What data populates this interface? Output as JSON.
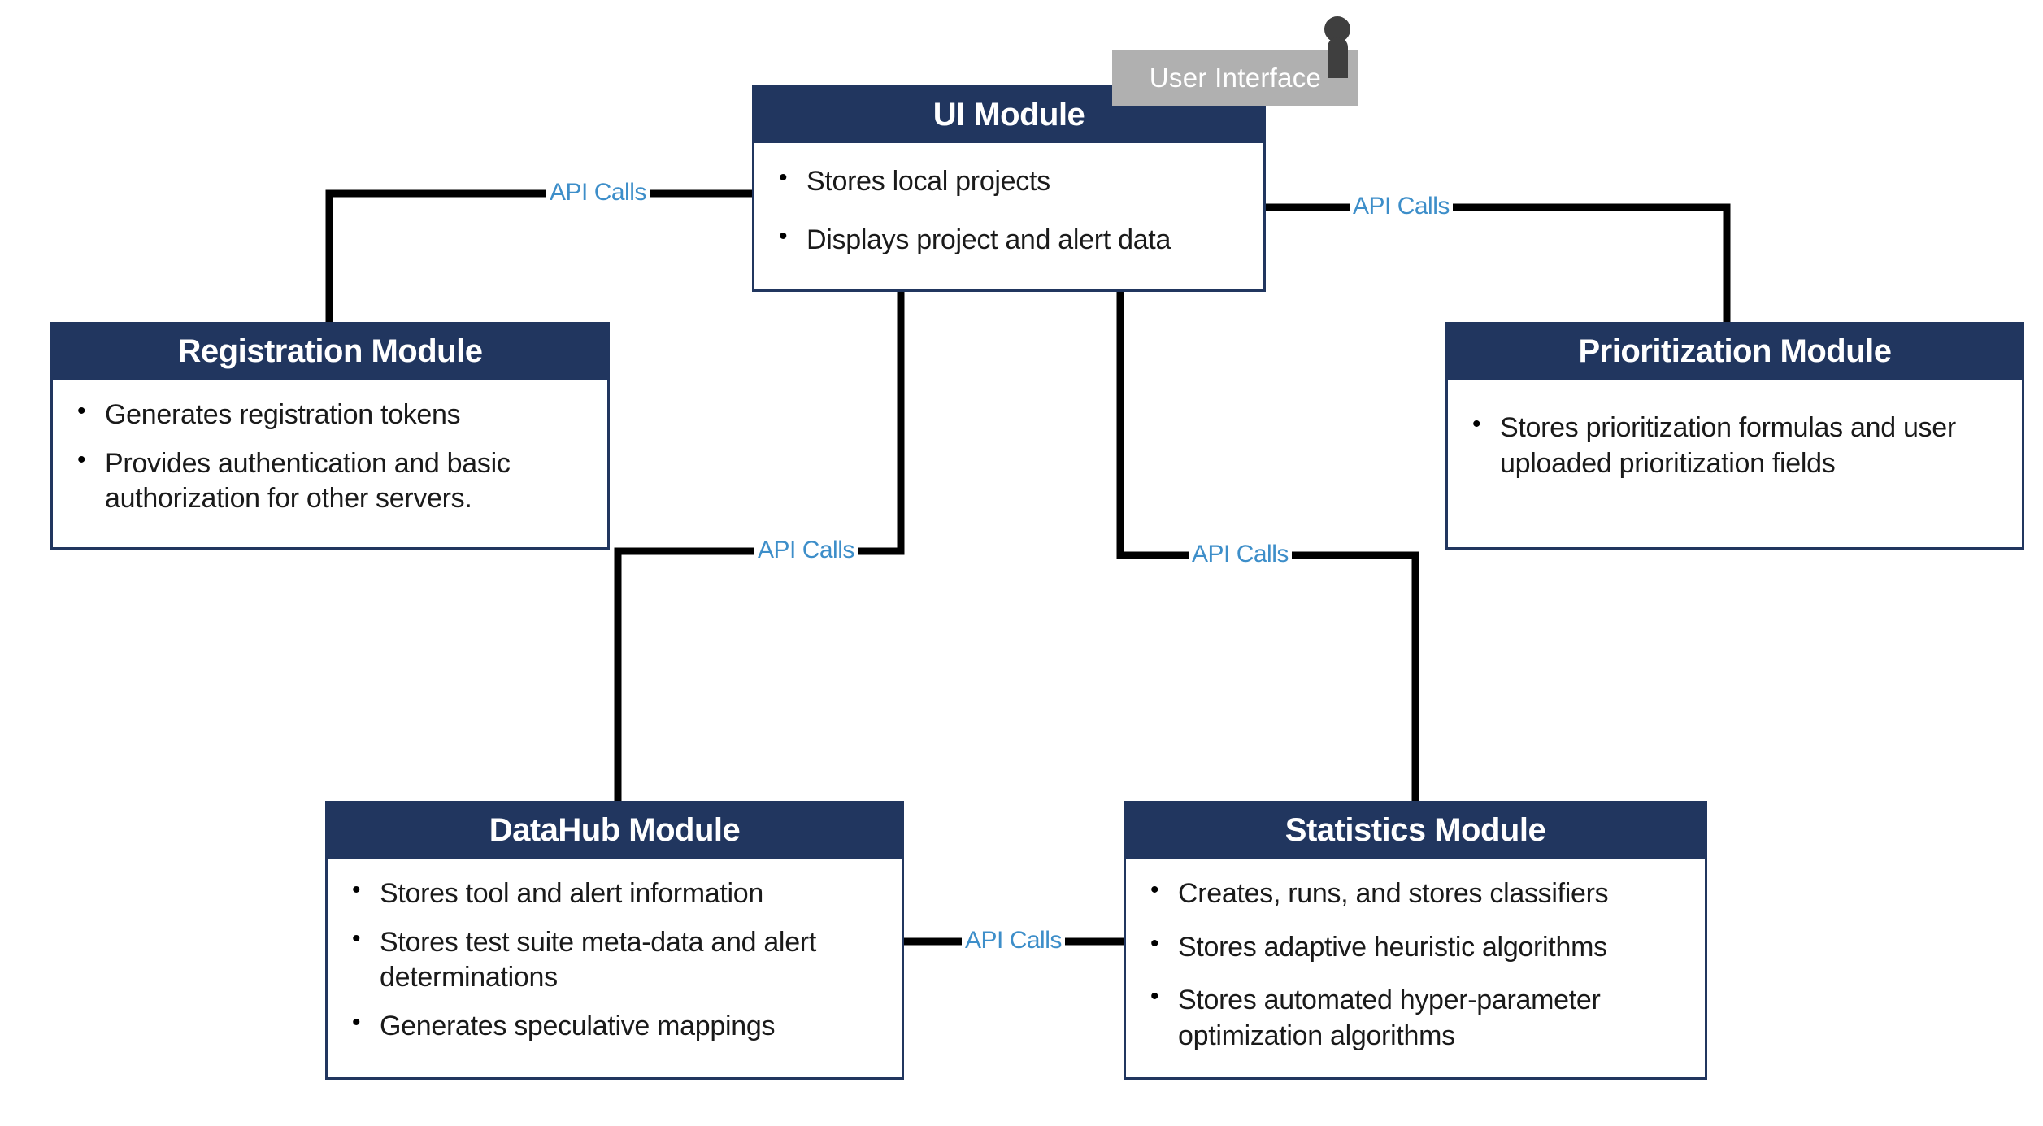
{
  "diagram": {
    "title": "System Architecture Module Diagram",
    "colors": {
      "module_header": "#21365f",
      "module_border": "#21365f",
      "edge_label": "#3d8ec9",
      "connector": "#000000",
      "actor_label_bg": "#b0b0b0",
      "actor_icon": "#3f3f3f",
      "background": "#ffffff"
    },
    "actor": {
      "label": "User Interface",
      "icon": "person-actor-icon"
    },
    "modules": [
      {
        "id": "ui",
        "title": "UI Module",
        "bullets": [
          "Stores local projects",
          "Displays project and alert data"
        ]
      },
      {
        "id": "registration",
        "title": "Registration Module",
        "bullets": [
          "Generates registration tokens",
          "Provides authentication and basic authorization for other servers."
        ]
      },
      {
        "id": "prioritization",
        "title": "Prioritization Module",
        "bullets": [
          "Stores prioritization formulas and user uploaded prioritization fields"
        ]
      },
      {
        "id": "datahub",
        "title": "DataHub Module",
        "bullets": [
          "Stores tool and alert information",
          "Stores test suite meta-data and alert determinations",
          "Generates speculative mappings"
        ]
      },
      {
        "id": "statistics",
        "title": "Statistics Module",
        "bullets": [
          "Creates, runs, and stores classifiers",
          "Stores adaptive heuristic algorithms",
          "Stores automated hyper-parameter optimization algorithms"
        ]
      }
    ],
    "connections": [
      {
        "id": "ui-registration",
        "from": "ui",
        "to": "registration",
        "label": "API Calls"
      },
      {
        "id": "ui-prioritization",
        "from": "ui",
        "to": "prioritization",
        "label": "API Calls"
      },
      {
        "id": "ui-datahub",
        "from": "ui",
        "to": "datahub",
        "label": "API Calls"
      },
      {
        "id": "ui-statistics",
        "from": "ui",
        "to": "statistics",
        "label": "API Calls"
      },
      {
        "id": "datahub-statistics",
        "from": "datahub",
        "to": "statistics",
        "label": "API Calls"
      }
    ]
  }
}
